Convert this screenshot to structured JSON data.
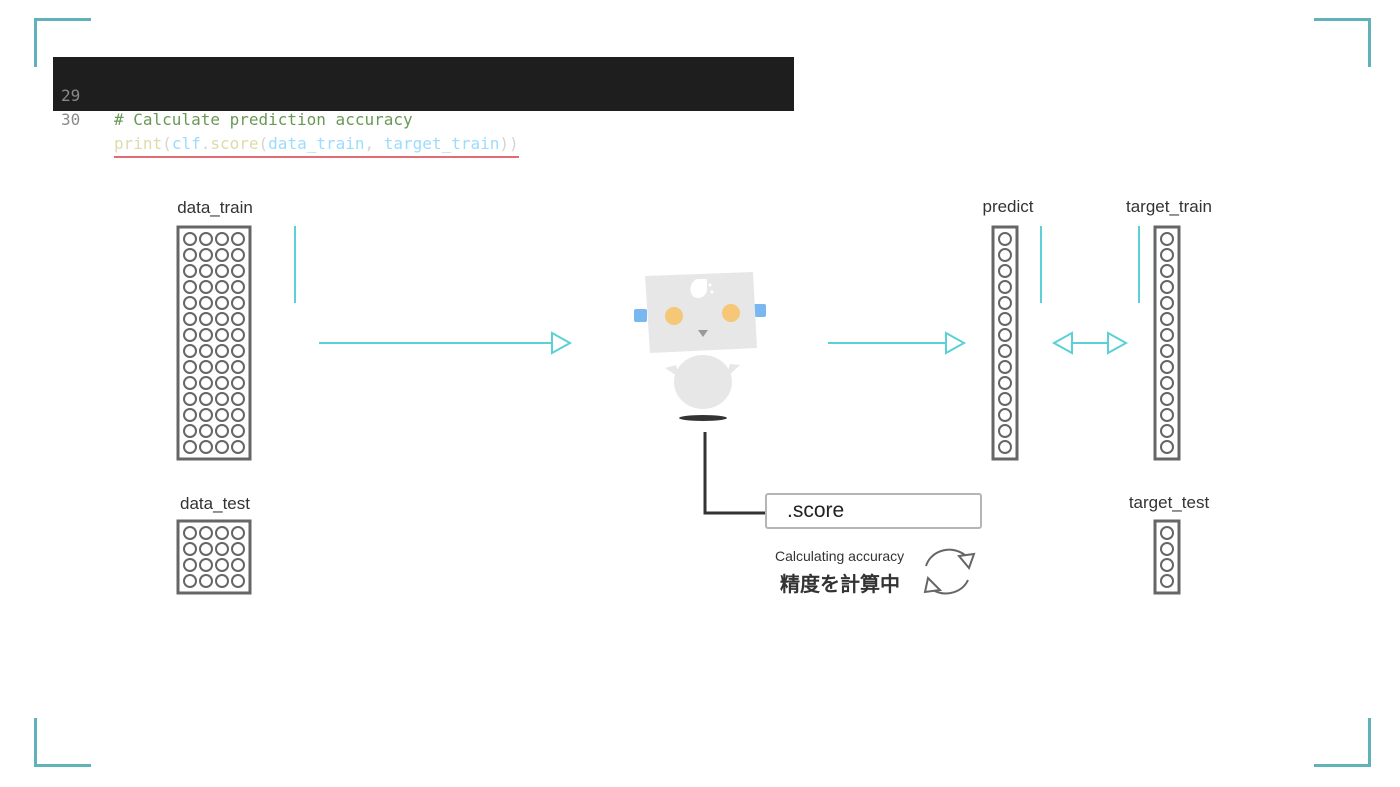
{
  "code": {
    "lines": [
      {
        "number": "29",
        "text": "# Calculate prediction accuracy"
      },
      {
        "number": "30",
        "fn": "print",
        "open1": "(",
        "obj": "clf",
        "dot": ".",
        "method": "score",
        "open2": "(",
        "arg1": "data_train",
        "comma": ", ",
        "arg2": "target_train",
        "close": "))"
      }
    ]
  },
  "labels": {
    "data_train": "data_train",
    "data_test": "data_test",
    "predict": "predict",
    "target_train": "target_train",
    "target_test": "target_test"
  },
  "method": {
    "box_label": ".score",
    "status_en": "Calculating accuracy",
    "status_jp": "精度を計算中"
  },
  "icons": {
    "refresh": "refresh-icon",
    "robot": "robot-icon"
  },
  "colors": {
    "accent": "#5bd1d7",
    "frame": "#5fb3b8",
    "grid": "#666666",
    "robot_eye": "#f5c777",
    "robot_ear": "#78b7f0",
    "code_bg": "#1e1e1e"
  },
  "matrices": {
    "data_train": {
      "rows": 14,
      "cols": 4
    },
    "data_test": {
      "rows": 4,
      "cols": 4
    },
    "predict": {
      "rows": 14,
      "cols": 1
    },
    "target_train": {
      "rows": 14,
      "cols": 1
    },
    "target_test": {
      "rows": 4,
      "cols": 1
    }
  }
}
